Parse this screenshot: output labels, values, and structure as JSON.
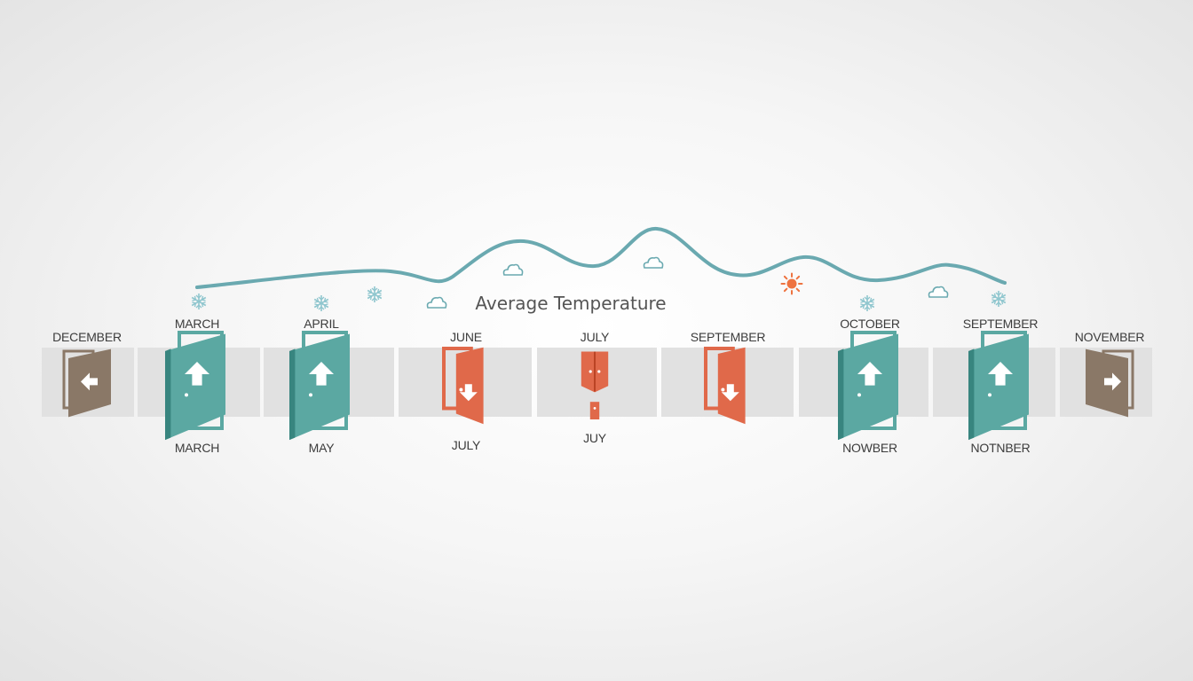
{
  "title": "Average Temperature",
  "colors": {
    "cold": "#5ba8a2",
    "warm": "#e0694a",
    "neutral": "#8a7867",
    "wave": "#6aa9b0",
    "sun": "#ee7340",
    "ice": "#8fc6ce"
  },
  "doors": [
    {
      "top_label": "DECEMBER",
      "bottom_label": "",
      "style": "neutral",
      "arrow": "left"
    },
    {
      "top_label": "MARCH",
      "bottom_label": "MARCH",
      "style": "cold",
      "arrow": "up"
    },
    {
      "top_label": "APRIL",
      "bottom_label": "MAY",
      "style": "cold",
      "arrow": "up"
    },
    {
      "top_label": "JUNE",
      "bottom_label": "JULY",
      "style": "warm",
      "arrow": "down"
    },
    {
      "top_label": "JULY",
      "bottom_label": "JUY",
      "style": "warm",
      "arrow": "none"
    },
    {
      "top_label": "SEPTEMBER",
      "bottom_label": "",
      "style": "warm",
      "arrow": "down"
    },
    {
      "top_label": "OCTOBER",
      "bottom_label": "NOWBER",
      "style": "cold",
      "arrow": "up"
    },
    {
      "top_label": "SEPTEMBER",
      "bottom_label": "NOTNBER",
      "style": "cold",
      "arrow": "up"
    },
    {
      "top_label": "NOVEMBER",
      "bottom_label": "",
      "style": "neutral",
      "arrow": "right"
    }
  ],
  "weather_icons": [
    "snowflake-icon",
    "snowflake-icon",
    "snowflake-icon",
    "cloud-icon",
    "cloud-icon",
    "cloud-icon",
    "sun-icon",
    "snowflake-icon",
    "cloud-icon",
    "snowflake-icon"
  ]
}
